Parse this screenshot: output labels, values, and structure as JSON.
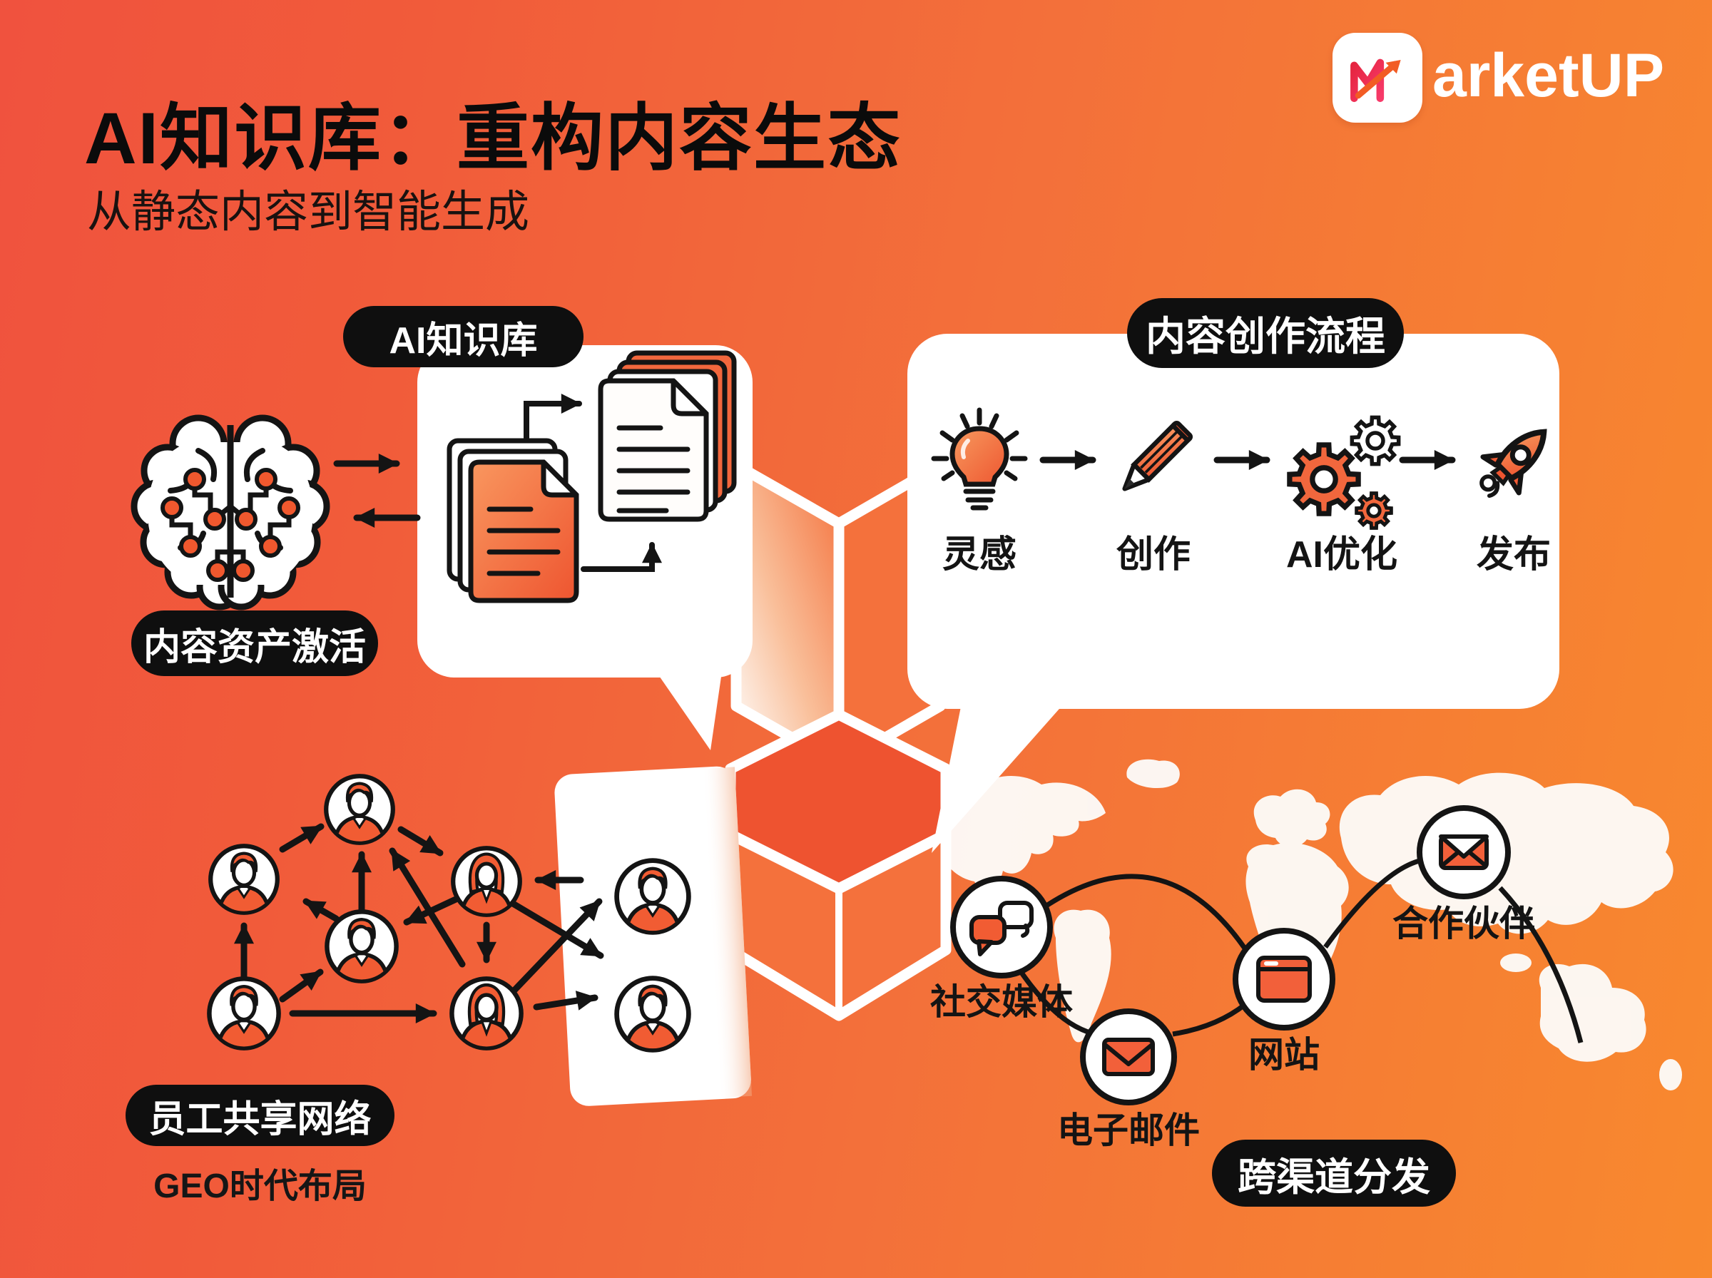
{
  "page": {
    "title": "AI知识库：重构内容生态",
    "subtitle": "从静态内容到智能生成"
  },
  "logo": {
    "text": "arketUP",
    "icon": "marketup-m-icon"
  },
  "sections": {
    "knowledge": {
      "pill": "AI知识库",
      "caption": "内容资产激活",
      "icon": "brain-circuit-icon"
    },
    "workflow": {
      "pill": "内容创作流程",
      "steps": [
        {
          "label": "灵感",
          "icon": "lightbulb-icon"
        },
        {
          "label": "创作",
          "icon": "pencil-icon"
        },
        {
          "label": "AI优化",
          "icon": "gears-icon"
        },
        {
          "label": "发布",
          "icon": "rocket-icon"
        }
      ]
    },
    "network": {
      "pill": "员工共享网络",
      "caption": "GEO时代布局"
    },
    "distribution": {
      "pill": "跨渠道分发",
      "channels": [
        {
          "label": "社交媒体",
          "icon": "chat-bubbles-icon"
        },
        {
          "label": "电子邮件",
          "icon": "envelope-icon"
        },
        {
          "label": "网站",
          "icon": "browser-icon"
        },
        {
          "label": "合作伙伴",
          "icon": "envelope-partner-icon"
        }
      ]
    }
  },
  "colors": {
    "background_left": "#f0523e",
    "background_right": "#f8892e",
    "accent_orange": "#f2603a",
    "deep_orange": "#ee5530",
    "pill_black": "#0f0f0f",
    "ink": "#141414",
    "white": "#ffffff"
  }
}
